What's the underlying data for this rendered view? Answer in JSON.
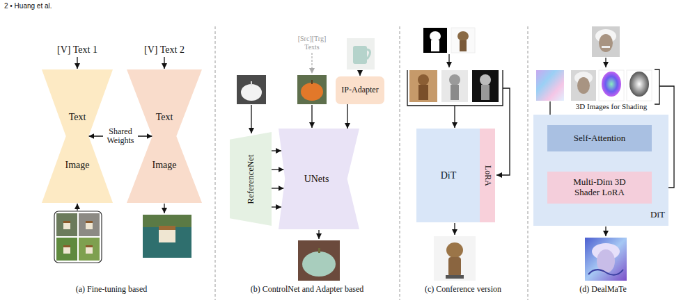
{
  "diagram": {
    "nodes": [
      {
        "text": [
          "Text",
          "Image"
        ]
      },
      {
        "text": [
          "Text",
          "Image"
        ]
      },
      {
        "text": [
          "ReferenceNet"
        ]
      },
      {
        "text": [
          "IP-Adapter"
        ]
      },
      {
        "text": [
          "UNets"
        ]
      },
      {
        "text": [
          "DiT"
        ]
      },
      {
        "text": [
          "LoRA"
        ],
        "in": 5
      },
      {
        "text": [
          "DiT"
        ]
      },
      {
        "text": [
          "Self-Attention"
        ],
        "in": 7
      },
      {
        "text": [
          "Multi-Dim 3D Shader LoRA"
        ],
        "in": 7
      }
    ],
    "edges": [
      {
        "from": 0,
        "to": 1,
        "label": "Shared Weights",
        "arrow": "both"
      },
      {
        "from": 2,
        "to": 4,
        "arrow": "to"
      },
      {
        "from": 2,
        "to": 4,
        "arrow": "to"
      },
      {
        "from": 2,
        "to": 4,
        "arrow": "to"
      },
      {
        "from": 2,
        "to": 4,
        "arrow": "to"
      },
      {
        "from": 3,
        "to": 4,
        "arrow": "to"
      }
    ],
    "labels": [
      "2 • Huang et al.",
      "[V] Text 1",
      "[V] Text 2",
      "[Src][Trg] Texts",
      "3D Images for Shading",
      "(a) Fine-tuning based",
      "(b) ControlNet and Adapter based",
      "(c) Conference version",
      "(d) DealMaTe"
    ]
  }
}
